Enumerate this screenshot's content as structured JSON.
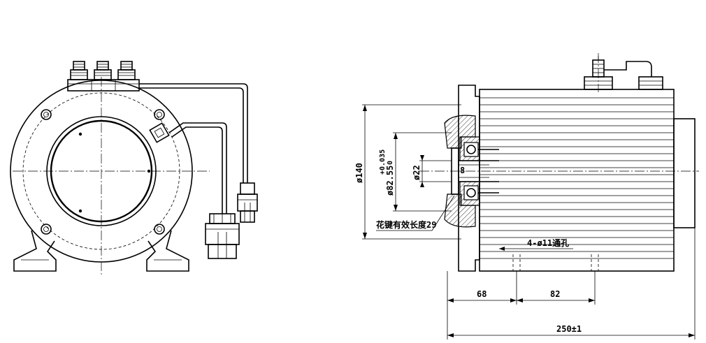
{
  "dimensions": {
    "length_total": "250±1",
    "dim_left": "68",
    "dim_mid": "82",
    "holes": "4-ø11通孔",
    "spline": "花键有效长度29",
    "dia_140": "ø140",
    "dia_82": "ø82.55",
    "tol_upper": "+0.035",
    "tol_lower": "0",
    "dia_22": "ø22",
    "key_8": "8"
  }
}
